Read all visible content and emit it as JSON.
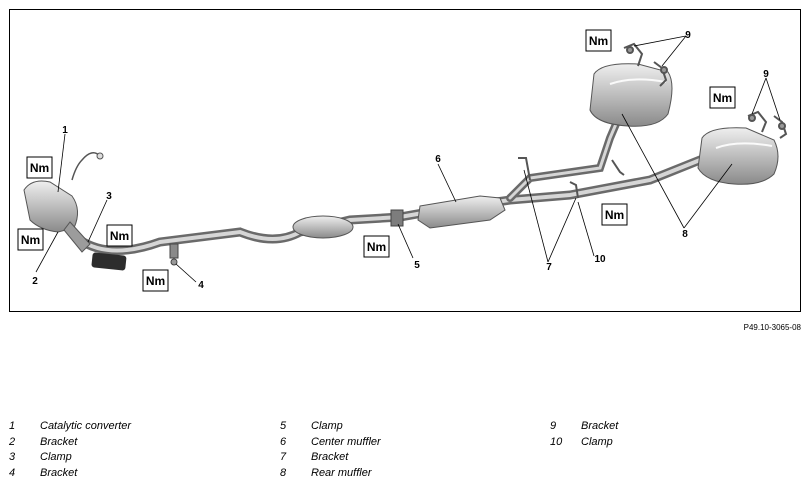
{
  "figure": {
    "code": "P49.10-3065-08",
    "torque_label": "Nm",
    "callouts": [
      "1",
      "2",
      "3",
      "4",
      "5",
      "6",
      "7",
      "8",
      "9",
      "10"
    ]
  },
  "legend": {
    "columns": [
      [
        {
          "num": "1",
          "label": "Catalytic converter"
        },
        {
          "num": "2",
          "label": "Bracket"
        },
        {
          "num": "3",
          "label": "Clamp"
        },
        {
          "num": "4",
          "label": "Bracket"
        }
      ],
      [
        {
          "num": "5",
          "label": "Clamp"
        },
        {
          "num": "6",
          "label": "Center muffler"
        },
        {
          "num": "7",
          "label": "Bracket"
        },
        {
          "num": "8",
          "label": "Rear muffler"
        }
      ],
      [
        {
          "num": "9",
          "label": "Bracket"
        },
        {
          "num": "10",
          "label": "Clamp"
        }
      ]
    ]
  }
}
